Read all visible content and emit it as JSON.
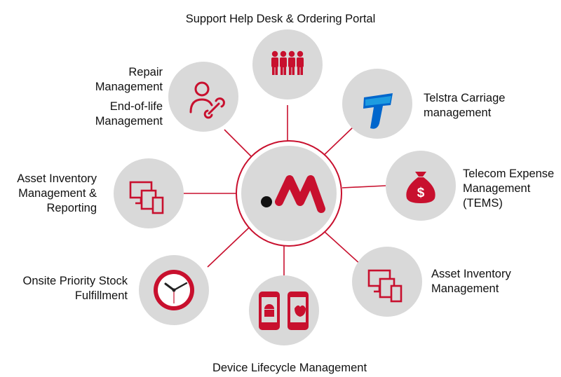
{
  "colors": {
    "accent": "#c8102e",
    "node_fill": "#d9d9d9",
    "hub_fill": "#d9d9d9",
    "text": "#111111"
  },
  "hub": {
    "icon": "logo-mark-icon"
  },
  "nodes": [
    {
      "id": "support",
      "icon": "people-group-icon",
      "lines": [
        "Support Help Desk & Ordering Portal"
      ]
    },
    {
      "id": "repair",
      "icon": "technician-wrench-icon",
      "lines": [
        "Repair",
        "Management"
      ],
      "sub_lines": [
        "End-of-life",
        "Management"
      ]
    },
    {
      "id": "telstra",
      "icon": "telstra-t-icon",
      "lines": [
        "Telstra Carriage",
        "management"
      ]
    },
    {
      "id": "tems",
      "icon": "money-bag-icon",
      "lines": [
        "Telecom Expense",
        "Management",
        "(TEMS)"
      ]
    },
    {
      "id": "asset-reporting",
      "icon": "devices-icon",
      "lines": [
        "Asset Inventory",
        "Management &",
        "Reporting"
      ]
    },
    {
      "id": "asset",
      "icon": "devices-icon",
      "lines": [
        "Asset Inventory",
        "Management"
      ]
    },
    {
      "id": "onsite",
      "icon": "clock-icon",
      "lines": [
        "Onsite Priority Stock",
        "Fulfillment"
      ]
    },
    {
      "id": "lifecycle",
      "icon": "phones-android-apple-icon",
      "lines": [
        "Device Lifecycle Management"
      ]
    }
  ]
}
